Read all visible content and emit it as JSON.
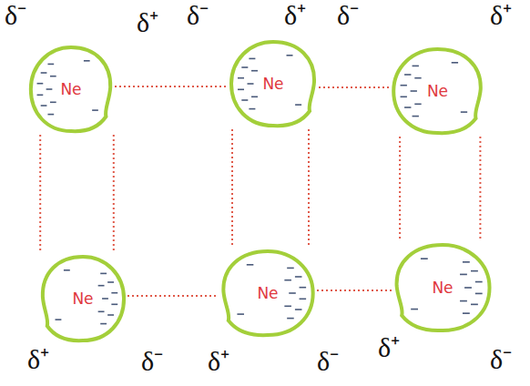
{
  "diagram": {
    "nodes": [
      {
        "text": [
          "Ne"
        ]
      },
      {
        "text": [
          "Ne"
        ]
      },
      {
        "text": [
          "Ne"
        ]
      },
      {
        "text": [
          "Ne"
        ]
      },
      {
        "text": [
          "Ne"
        ]
      },
      {
        "text": [
          "Ne"
        ]
      }
    ],
    "edges": [
      {
        "from": 0,
        "to": 1,
        "arrow": "none"
      },
      {
        "from": 1,
        "to": 2,
        "arrow": "none"
      },
      {
        "from": 3,
        "to": 4,
        "arrow": "none"
      },
      {
        "from": 4,
        "to": 5,
        "arrow": "none"
      },
      {
        "from": 0,
        "to": 3,
        "arrow": "none"
      },
      {
        "from": 0,
        "to": 3,
        "arrow": "none"
      },
      {
        "from": 1,
        "to": 4,
        "arrow": "none"
      },
      {
        "from": 1,
        "to": 4,
        "arrow": "none"
      },
      {
        "from": 2,
        "to": 5,
        "arrow": "none"
      },
      {
        "from": 2,
        "to": 5,
        "arrow": "none"
      }
    ],
    "labels": [
      "δ⁻",
      "δ⁺",
      "δ⁻",
      "δ⁺",
      "δ⁻",
      "δ⁺",
      "δ⁺",
      "δ⁻",
      "δ⁺",
      "δ⁻",
      "δ⁺",
      "δ⁻"
    ]
  }
}
